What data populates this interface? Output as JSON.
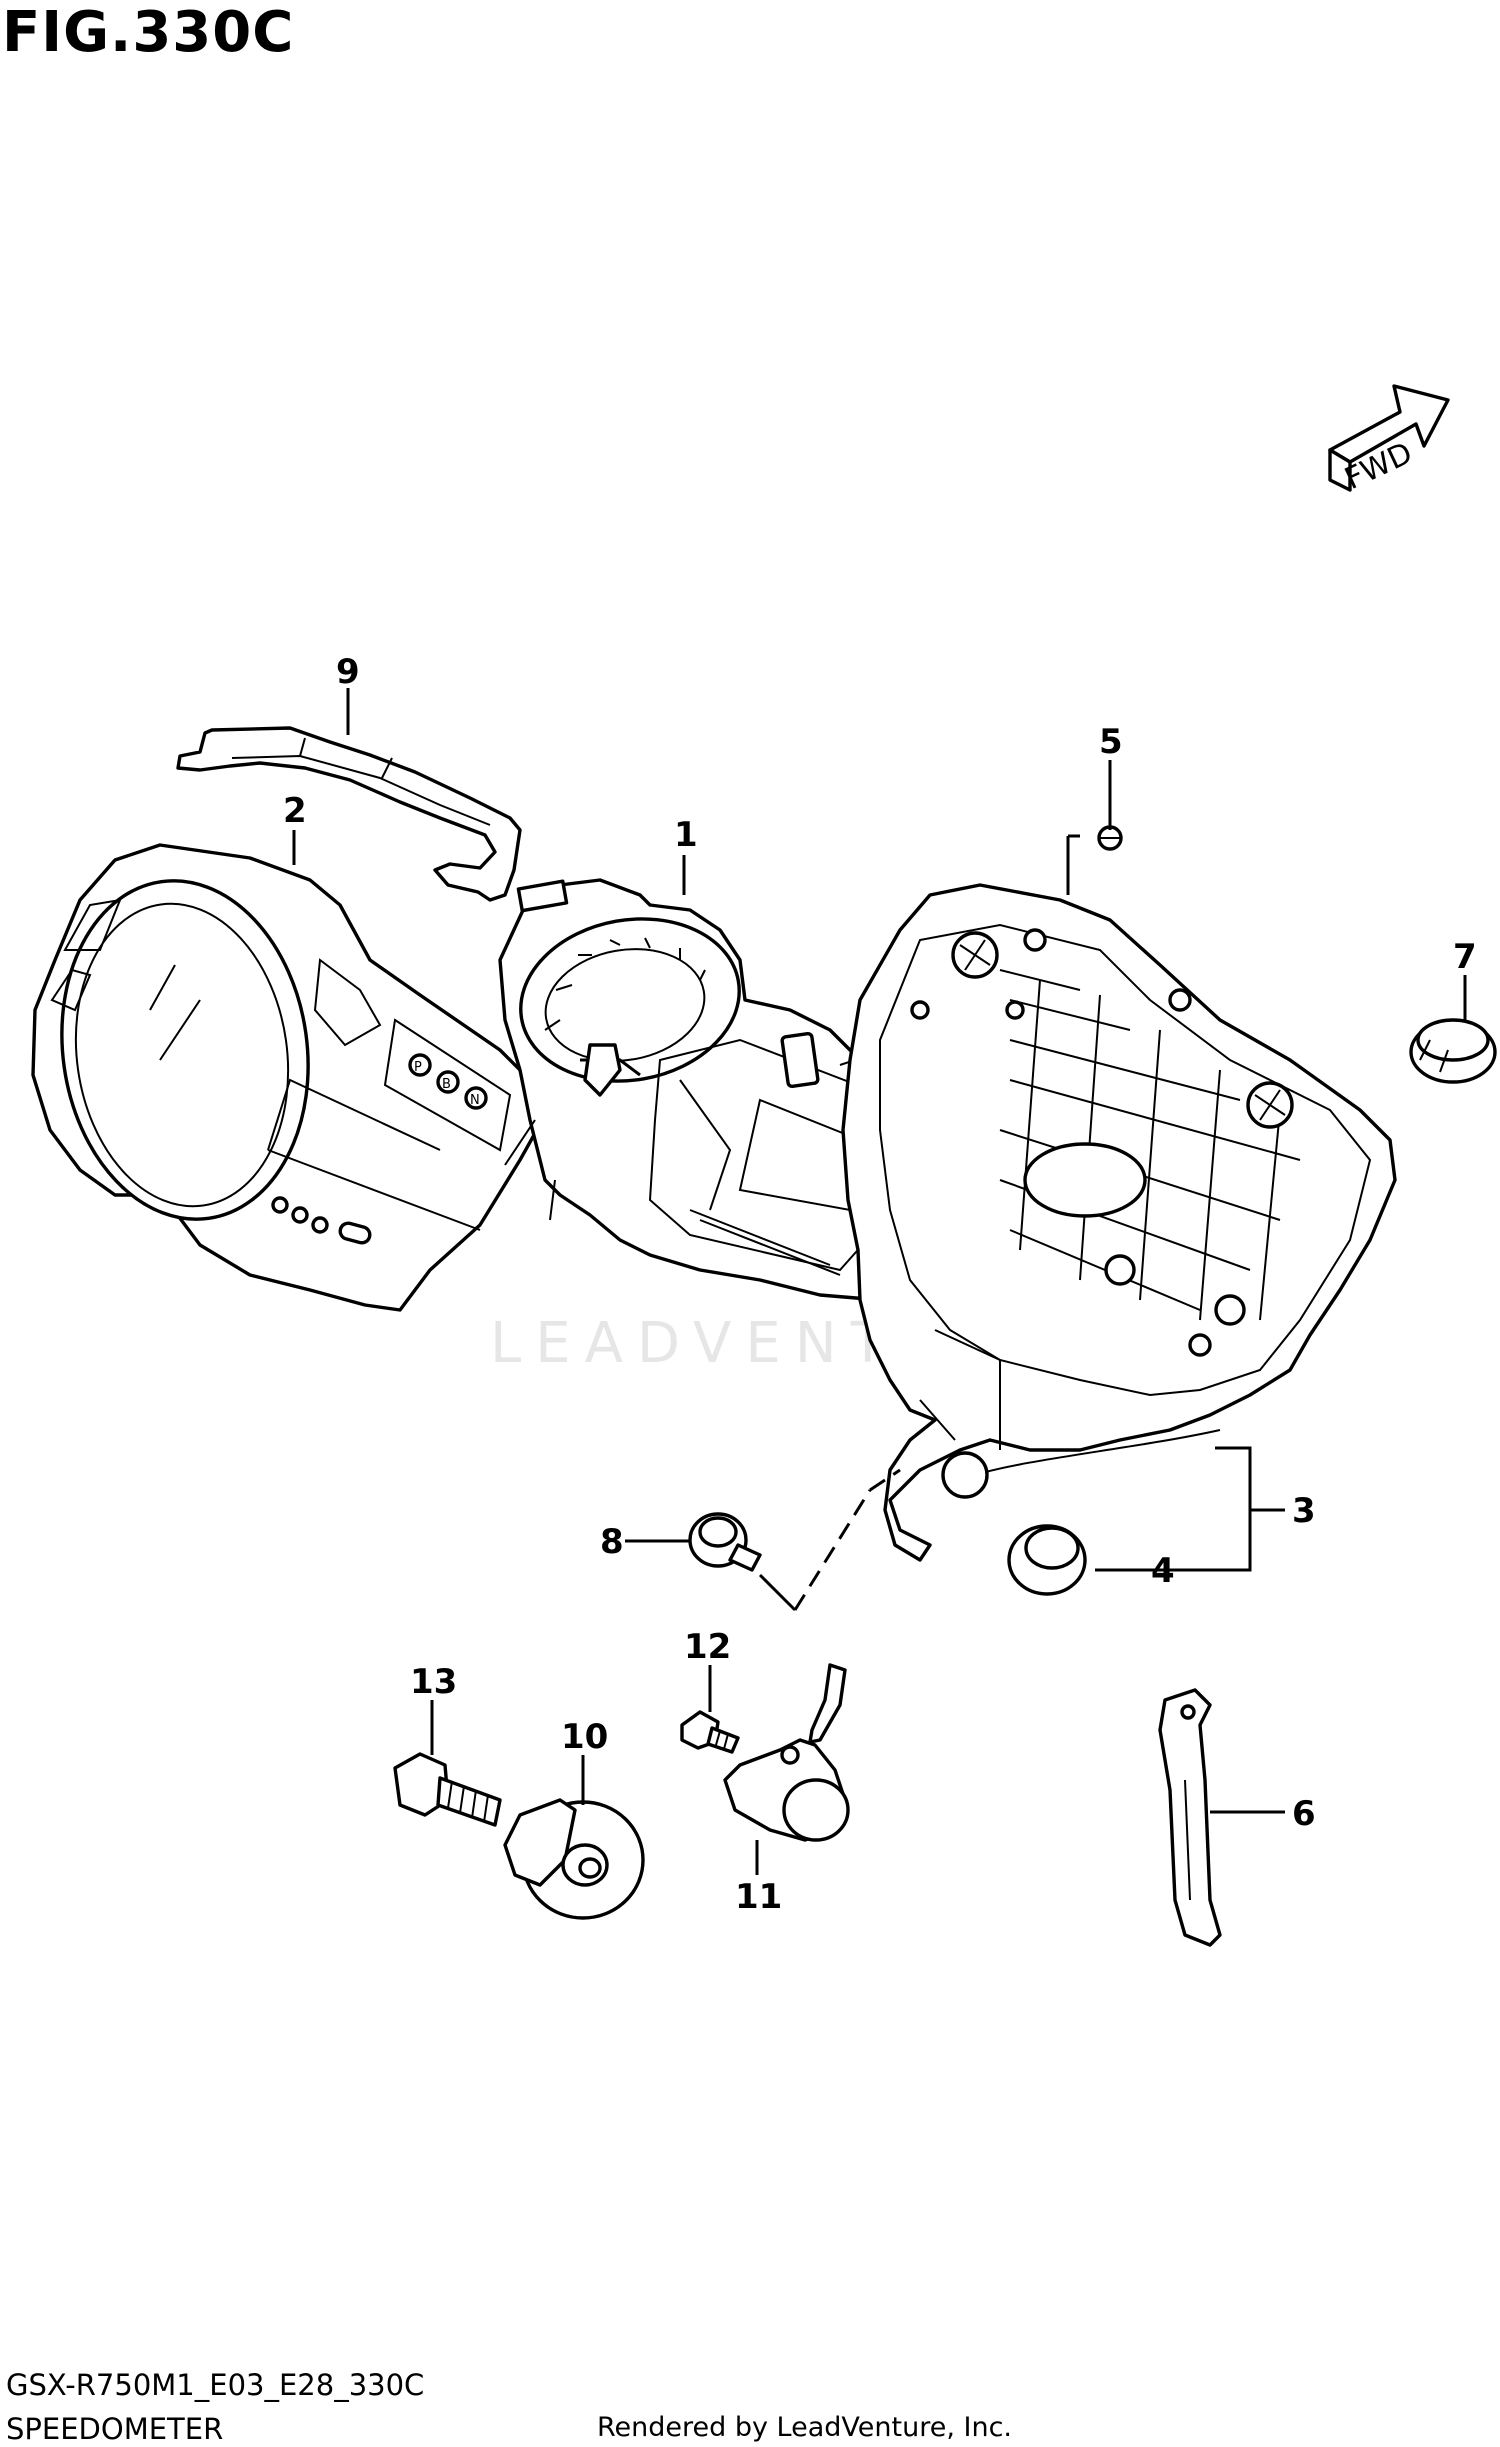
{
  "figure": {
    "title": "FIG.330C",
    "model_code": "GSX-R750M1_E03_E28_330C",
    "assembly_name": "SPEEDOMETER",
    "credit": "Rendered by LeadVenture, Inc.",
    "watermark": "LEADVENTURE",
    "direction_label": "FWD"
  },
  "callouts": [
    {
      "id": "1",
      "label": "1"
    },
    {
      "id": "2",
      "label": "2"
    },
    {
      "id": "3",
      "label": "3"
    },
    {
      "id": "4",
      "label": "4"
    },
    {
      "id": "5",
      "label": "5"
    },
    {
      "id": "6",
      "label": "6"
    },
    {
      "id": "7",
      "label": "7"
    },
    {
      "id": "8",
      "label": "8"
    },
    {
      "id": "9",
      "label": "9"
    },
    {
      "id": "10",
      "label": "10"
    },
    {
      "id": "11",
      "label": "11"
    },
    {
      "id": "12",
      "label": "12"
    },
    {
      "id": "13",
      "label": "13"
    }
  ],
  "panel_letters": {
    "p": "P",
    "b": "B",
    "n": "N"
  },
  "colors": {
    "line": "#000000",
    "background": "#ffffff",
    "watermark": "#c8c8c8"
  }
}
